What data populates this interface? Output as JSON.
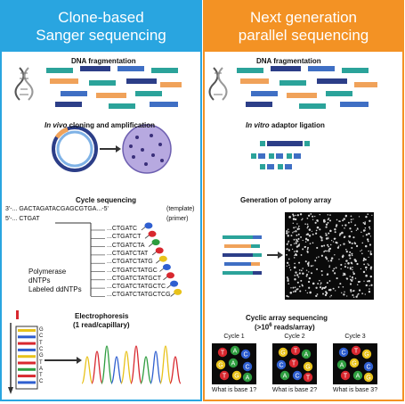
{
  "left": {
    "title_line1": "Clone-based",
    "title_line2": "Sanger sequencing",
    "step1": "DNA fragmentation",
    "step2_italic": "In vivo",
    "step2_rest": " cloning and amplification",
    "step3": "Cycle sequencing",
    "template_seq": "3'-...  GACTAGATACGAGCGTGA...-5'",
    "template_label": "(template)",
    "primer_seq": "5'-...  CTGAT",
    "primer_label": "(primer)",
    "extensions": [
      "...CTGATC",
      "...CTGATCT",
      "...CTGATCTA",
      "...CTGATCTAT",
      "...CTGATCTATG",
      "...CTGATCTATGC",
      "...CTGATCTATGCT",
      "...CTGATCTATGCTC",
      "...CTGATCTATGCTCG"
    ],
    "reagents": [
      "Polymerase",
      "dNTPs",
      "Labeled ddNTPs"
    ],
    "step4_line1": "Electrophoresis",
    "step4_line2": "(1 read/capillary)",
    "gel_bases": [
      "G",
      "C",
      "T",
      "C",
      "G",
      "T",
      "A",
      "T",
      "C"
    ]
  },
  "right": {
    "title_line1": "Next generation",
    "title_line2": "parallel sequencing",
    "step1": "DNA fragmentation",
    "step2_italic": "In vitro",
    "step2_rest": " adaptor ligation",
    "step3": "Generation of polony array",
    "step4_line1": "Cyclic array sequencing",
    "step4_line2_pre": "(>10",
    "step4_line2_sup": "6",
    "step4_line2_post": " reads/array)",
    "cycles": [
      {
        "label": "Cycle 1",
        "question": "What is base 1?",
        "letters": [
          "T",
          "A",
          "C",
          "G",
          "A",
          "C",
          "T",
          "G",
          "A"
        ]
      },
      {
        "label": "Cycle 2",
        "question": "What is base 2?",
        "letters": [
          "G",
          "T",
          "A",
          "C",
          "T",
          "G",
          "A",
          "C",
          "T"
        ]
      },
      {
        "label": "Cycle 3",
        "question": "What is base 3?",
        "letters": [
          "C",
          "T",
          "G",
          "A",
          "G",
          "C",
          "T",
          "A",
          "G"
        ]
      }
    ]
  },
  "colors": {
    "left_header": "#29a5e0",
    "right_header": "#f39224",
    "fragment_teal": "#2ba39a",
    "fragment_orange": "#f0a25a",
    "fragment_navy": "#2c3e88",
    "fragment_blue": "#3f6fc4",
    "cell_purple": "#b7a9e0",
    "base_A": "#2e9d3f",
    "base_C": "#2f5fd0",
    "base_G": "#e8c21a",
    "base_T": "#d8282f"
  }
}
